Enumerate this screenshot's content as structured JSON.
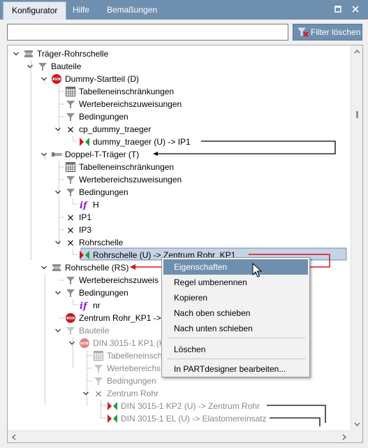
{
  "window": {
    "tabs": [
      "Konfigurator",
      "Hilfe",
      "Bemaßungen"
    ],
    "active_tab": 0,
    "icons": [
      "restore-icon",
      "close-icon"
    ]
  },
  "search": {
    "value": "",
    "placeholder": ""
  },
  "clear_button": {
    "label": "Filter löschen",
    "icon": "filter-clear-icon"
  },
  "tree": [
    {
      "label": "Träger-Rohrschelle",
      "icon": "assembly-icon",
      "expand": "open"
    },
    {
      "label": "Bauteile",
      "icon": "funnel-icon",
      "expand": "open"
    },
    {
      "label": "Dummy-Startteil (D)",
      "icon": "part-red-icon",
      "expand": "open"
    },
    {
      "label": "Tabelleneinschränkungen",
      "icon": "table-icon",
      "expand": "none"
    },
    {
      "label": "Wertebereichszuweisungen",
      "icon": "funnel-icon",
      "expand": "none"
    },
    {
      "label": "Bedingungen",
      "icon": "funnel-icon",
      "expand": "none"
    },
    {
      "label": "cp_dummy_traeger",
      "icon": "cross-icon",
      "expand": "open"
    },
    {
      "label": "dummy_traeger (U) -> IP1",
      "icon": "connection-icon",
      "expand": "none"
    },
    {
      "label": "Doppel-T-Träger (T)",
      "icon": "beam-icon",
      "expand": "open"
    },
    {
      "label": "Tabelleneinschränkungen",
      "icon": "table-icon",
      "expand": "none"
    },
    {
      "label": "Wertebereichszuweisungen",
      "icon": "funnel-icon",
      "expand": "none"
    },
    {
      "label": "Bedingungen",
      "icon": "funnel-icon",
      "expand": "open"
    },
    {
      "label": "H",
      "icon": "if-icon",
      "expand": "none"
    },
    {
      "label": "IP1",
      "icon": "cross-icon",
      "expand": "none"
    },
    {
      "label": "IP3",
      "icon": "cross-icon",
      "expand": "none"
    },
    {
      "label": "Rohrschelle",
      "icon": "cross-icon",
      "expand": "open"
    },
    {
      "label": "Rohrschelle (U) -> Zentrum Rohr_KP1",
      "icon": "connection-icon",
      "expand": "none",
      "selected": true
    },
    {
      "label": "Rohrschelle (RS)",
      "icon": "assembly-icon",
      "expand": "open"
    },
    {
      "label": "Wertebereichszuweis",
      "icon": "funnel-icon",
      "expand": "none"
    },
    {
      "label": "Bedingungen",
      "icon": "funnel-icon",
      "expand": "open"
    },
    {
      "label": "nr",
      "icon": "if-icon",
      "expand": "none"
    },
    {
      "label": "Zentrum Rohr_KP1 ->",
      "icon": "part-red-icon",
      "expand": "none"
    },
    {
      "label": "Bauteile",
      "icon": "funnel-icon",
      "expand": "open",
      "grey": true
    },
    {
      "label": "DIN 3015-1 KP1 (K",
      "icon": "part-red-icon",
      "expand": "open",
      "grey": true
    },
    {
      "label": "Tabelleneinsch",
      "icon": "table-icon",
      "expand": "none",
      "grey": true
    },
    {
      "label": "Wertebereichs",
      "icon": "funnel-icon",
      "expand": "none",
      "grey": true
    },
    {
      "label": "Bedingungen",
      "icon": "funnel-icon",
      "expand": "none",
      "grey": true
    },
    {
      "label": "Zentrum Rohr",
      "icon": "cross-icon",
      "expand": "open",
      "grey": true
    },
    {
      "label": "DIN 3015-1 KP2 (U) -> Zentrum Rohr",
      "icon": "connection-icon",
      "expand": "none",
      "grey": true
    },
    {
      "label": "DIN 3015-1 EL (U) -> Elastomereinsatz",
      "icon": "connection-icon",
      "expand": "none",
      "grey": true
    }
  ],
  "context_menu": {
    "items": [
      "Eigenschaften",
      "Regel umbenennen",
      "Kopieren",
      "Nach oben schieben",
      "Nach unten schieben",
      "Löschen",
      "In PARTdesigner bearbeiten..."
    ],
    "highlighted": 0
  },
  "colors": {
    "accent": "#6f8faf",
    "selection": "#6f8faf",
    "link_arrow_black": "#000000",
    "link_arrow_red": "#e0101a",
    "if_icon": "#8a1dd0"
  }
}
